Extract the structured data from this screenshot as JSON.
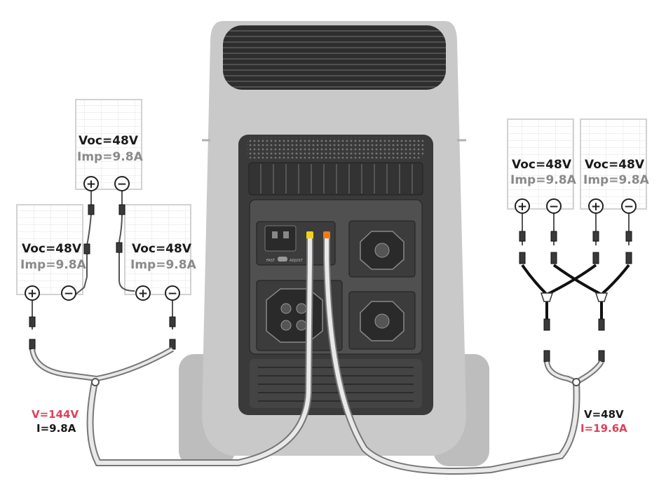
{
  "left_string": {
    "panels": [
      {
        "voc": "Voc=48V",
        "imp": "Imp=9.8A"
      },
      {
        "voc": "Voc=48V",
        "imp": "Imp=9.8A"
      },
      {
        "voc": "Voc=48V",
        "imp": "Imp=9.8A"
      }
    ],
    "result_voltage": "V=144V",
    "result_current": "I=9.8A"
  },
  "right_string": {
    "panels": [
      {
        "voc": "Voc=48V",
        "imp": "Imp=9.8A"
      },
      {
        "voc": "Voc=48V",
        "imp": "Imp=9.8A"
      }
    ],
    "result_voltage": "V=48V",
    "result_current": "I=19.6A"
  },
  "terminals": {
    "positive": "+",
    "negative": "−"
  },
  "station_labels": {
    "fast": "FAST",
    "adjust": "ADJUST"
  },
  "colors": {
    "highlight_red": "#e0405a",
    "station_body": "#c9c9c9",
    "station_panel": "#3a3a3a",
    "cable": "#d8d8d8",
    "voc_text": "#1a1a1a",
    "imp_text": "#8a8a8a"
  }
}
